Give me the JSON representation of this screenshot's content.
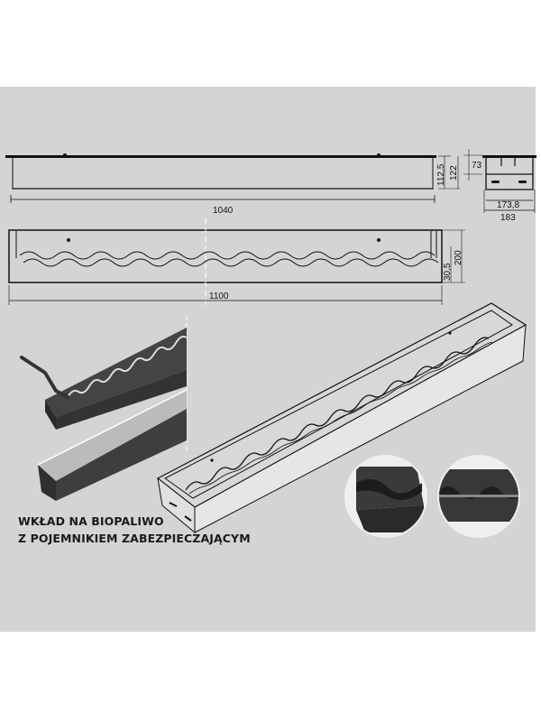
{
  "drawing": {
    "top_view": {
      "length_label": "1040",
      "heights": [
        "112,5",
        "122"
      ]
    },
    "end_view": {
      "height_label": "73",
      "inner_width_label": "173,8",
      "outer_width_label": "183"
    },
    "plan_view": {
      "length_label": "1100",
      "width_label": "200",
      "offset_label": "30,5"
    }
  },
  "caption": {
    "line1": "WKŁAD NA BIOPALIWO",
    "line2": "Z POJEMNIKIEM ZABEZPIECZAJĄCYM"
  },
  "colors": {
    "background": "#d4d4d4",
    "line": "#111111",
    "dark_metal": "#3c3c3c"
  }
}
